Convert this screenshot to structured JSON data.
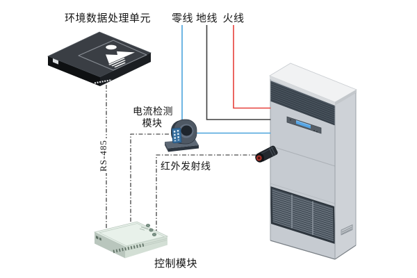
{
  "diagram": {
    "env_unit_label": "环境数据处理单元",
    "wire_labels": {
      "neutral": "零线",
      "ground": "地线",
      "live": "火线"
    },
    "current_module_label_line1": "电流检测",
    "current_module_label_line2": "模块",
    "rs485_label": "RS-485",
    "ir_label": "红外发射线",
    "control_module_label": "控制模块",
    "colors": {
      "neutral_wire": "#4aa3dc",
      "ground_wire": "#3f3f3f",
      "live_wire": "#e6403a",
      "dashed_line": "#1f1f1f"
    }
  }
}
